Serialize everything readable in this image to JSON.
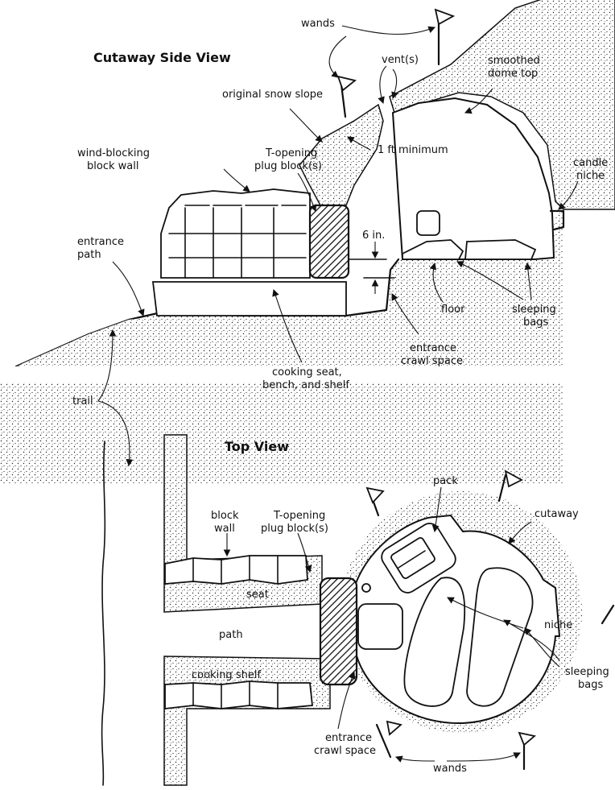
{
  "side_view": {
    "title": "Cutaway Side View",
    "labels": {
      "wands": "wands",
      "vents": "vent(s)",
      "smoothed_dome_top_1": "smoothed",
      "smoothed_dome_top_2": "dome top",
      "original_snow_slope": "original snow slope",
      "one_ft_minimum": "1 ft minimum",
      "wind_blocking_1": "wind-blocking",
      "wind_blocking_2": "block wall",
      "t_opening_1": "T-opening",
      "t_opening_2": "plug block(s)",
      "candle_niche_1": "candle",
      "candle_niche_2": "niche",
      "six_in": "6 in.",
      "entrance_path_1": "entrance",
      "entrance_path_2": "path",
      "floor": "floor",
      "sleeping_bags_1": "sleeping",
      "sleeping_bags_2": "bags",
      "entrance_crawl_1": "entrance",
      "entrance_crawl_2": "crawl space",
      "cooking_seat_1": "cooking seat,",
      "cooking_seat_2": "bench, and shelf",
      "trail": "trail"
    }
  },
  "top_view": {
    "title": "Top View",
    "labels": {
      "pack": "pack",
      "cutaway": "cutaway",
      "block_wall_1": "block",
      "block_wall_2": "wall",
      "t_opening_1": "T-opening",
      "t_opening_2": "plug block(s)",
      "seat": "seat",
      "path": "path",
      "niche": "niche",
      "cooking_shelf": "cooking shelf",
      "sleeping_bags_1": "sleeping",
      "sleeping_bags_2": "bags",
      "entrance_crawl_1": "entrance",
      "entrance_crawl_2": "crawl space",
      "wands": "wands"
    }
  }
}
